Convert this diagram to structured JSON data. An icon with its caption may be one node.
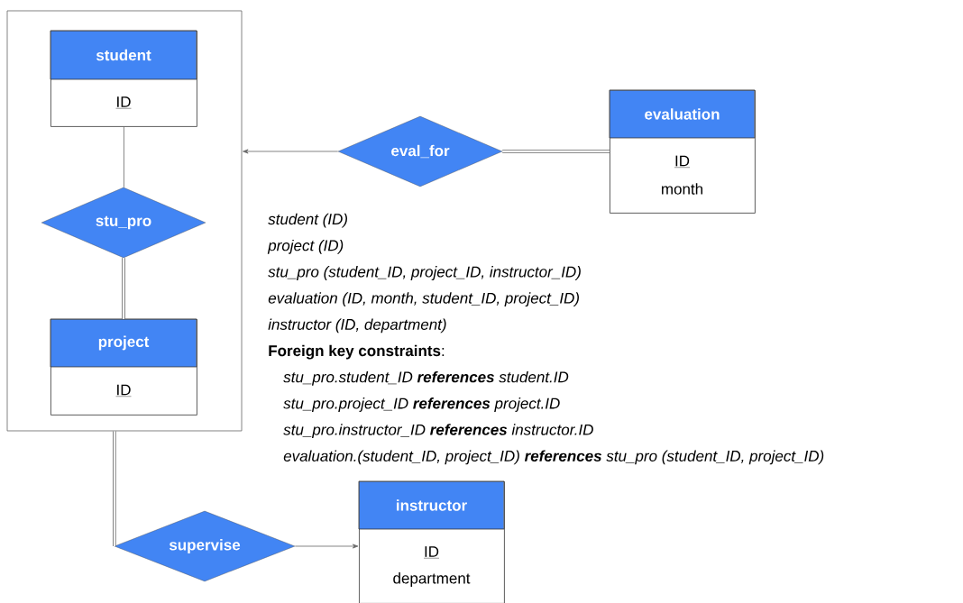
{
  "diagram": {
    "nodes": [
      {
        "text": [],
        "shape": "box"
      },
      {
        "text": [
          "student",
          "ID"
        ],
        "in": 0
      },
      {
        "text": [
          "stu_pro"
        ],
        "in": 0
      },
      {
        "text": [
          "project",
          "ID"
        ],
        "in": 0
      },
      {
        "text": [
          "eval_for"
        ]
      },
      {
        "text": [
          "evaluation",
          "ID",
          "month"
        ]
      },
      {
        "text": [
          "supervise"
        ]
      },
      {
        "text": [
          "instructor",
          "ID",
          "department"
        ]
      }
    ],
    "edges": [
      {
        "from": 1,
        "to": 2,
        "arrow": "none"
      },
      {
        "from": 2,
        "to": 3,
        "arrow": "none",
        "style": "thick"
      },
      {
        "from": 4,
        "to": 0,
        "arrow": "to"
      },
      {
        "from": 4,
        "to": 5,
        "arrow": "none",
        "style": "thick"
      },
      {
        "from": 0,
        "to": 6,
        "arrow": "none",
        "style": "thick"
      },
      {
        "from": 6,
        "to": 7,
        "arrow": "to"
      }
    ],
    "labels": [
      "student (ID)",
      "project (ID)",
      "stu_pro (student_ID, project_ID, instructor_ID)",
      "evaluation (ID, month, student_ID, project_ID)",
      "instructor (ID, department)",
      "**Foreign key constraints**:",
      "stu_pro.student_ID **references** student.ID",
      "stu_pro.project_ID **references** project.ID",
      "stu_pro.instructor_ID **references** instructor.ID",
      "evaluation.(student_ID, project_ID) **references** stu_pro (student_ID, project_ID)"
    ]
  }
}
